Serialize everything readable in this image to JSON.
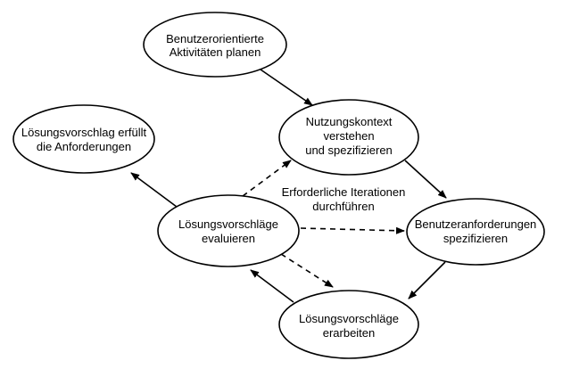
{
  "diagram": {
    "nodes": [
      {
        "id": "plan",
        "lines": [
          "Benutzerorientierte",
          "Aktivitäten planen"
        ]
      },
      {
        "id": "context",
        "lines": [
          "Nutzungskontext",
          "verstehen",
          "und spezifizieren"
        ]
      },
      {
        "id": "requirements",
        "lines": [
          "Benutzeranforderungen",
          "spezifizieren"
        ]
      },
      {
        "id": "solutions",
        "lines": [
          "Lösungsvorschläge",
          "erarbeiten"
        ]
      },
      {
        "id": "evaluate",
        "lines": [
          "Lösungsvorschläge",
          "evaluieren"
        ]
      },
      {
        "id": "fulfilled",
        "lines": [
          "Lösungsvorschlag erfüllt",
          "die Anforderungen"
        ]
      }
    ],
    "annotation": {
      "lines": [
        "Erforderliche Iterationen",
        "durchführen"
      ]
    },
    "edges": [
      {
        "from": "plan",
        "to": "context",
        "style": "solid"
      },
      {
        "from": "context",
        "to": "requirements",
        "style": "solid"
      },
      {
        "from": "requirements",
        "to": "solutions",
        "style": "solid"
      },
      {
        "from": "solutions",
        "to": "evaluate",
        "style": "solid"
      },
      {
        "from": "evaluate",
        "to": "fulfilled",
        "style": "solid"
      },
      {
        "from": "evaluate",
        "to": "context",
        "style": "dashed"
      },
      {
        "from": "evaluate",
        "to": "requirements",
        "style": "dashed"
      },
      {
        "from": "evaluate",
        "to": "solutions",
        "style": "dashed"
      }
    ]
  }
}
